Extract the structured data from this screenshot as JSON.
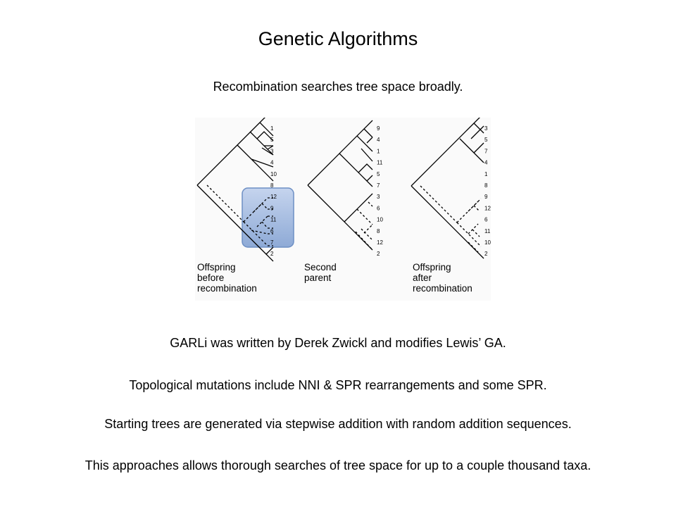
{
  "title": "Genetic Algorithms",
  "subtitle": "Recombination searches tree space broadly.",
  "figure": {
    "trees": [
      {
        "caption": [
          "Offspring",
          "before",
          "recombination"
        ],
        "leaves": [
          "1",
          "5",
          "3",
          "4",
          "10",
          "8",
          "12",
          "9",
          "11",
          "6",
          "7",
          "2"
        ]
      },
      {
        "caption": [
          "Second",
          "parent"
        ],
        "leaves": [
          "9",
          "4",
          "1",
          "11",
          "5",
          "7",
          "3",
          "6",
          "10",
          "8",
          "12",
          "2"
        ]
      },
      {
        "caption": [
          "Offspring",
          "after",
          "recombination"
        ],
        "leaves": [
          "3",
          "5",
          "7",
          "4",
          "1",
          "8",
          "9",
          "12",
          "6",
          "11",
          "10",
          "2"
        ]
      }
    ],
    "highlight_color": "#9bb5dc"
  },
  "bullets": [
    "GARLi was written by Derek Zwickl and modifies Lewis’ GA.",
    "Topological mutations include NNI & SPR rearrangements and some SPR.",
    "Starting trees are generated via stepwise addition with random addition sequences.",
    "This approaches allows thorough searches of tree space for up to a couple thousand taxa."
  ]
}
